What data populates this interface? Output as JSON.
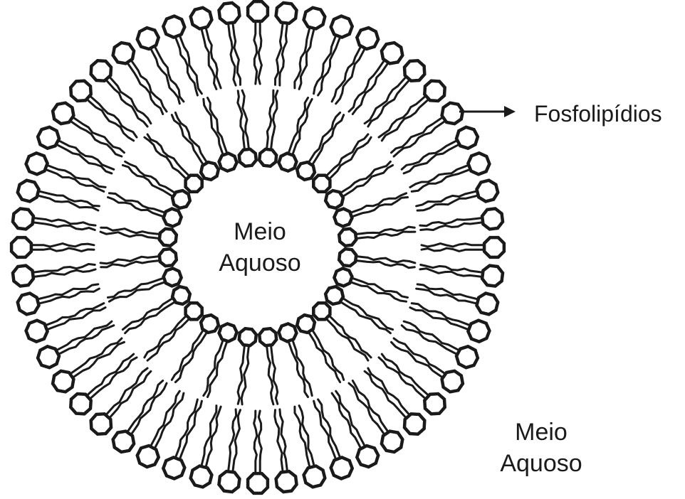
{
  "labels": {
    "inner_medium": [
      "Meio",
      "Aquoso"
    ],
    "outer_medium": [
      "Meio",
      "Aquoso"
    ],
    "membrane": "Fosfolipídios"
  },
  "colors": {
    "ink": "#1a1a1a",
    "background": "#ffffff"
  },
  "diagram": {
    "structure": "liposome",
    "outer_layer_molecule_count": 52,
    "inner_layer_molecule_count": 28,
    "molecule_parts": [
      "hydrophilic-head",
      "hydrophobic-tail-pair"
    ]
  }
}
